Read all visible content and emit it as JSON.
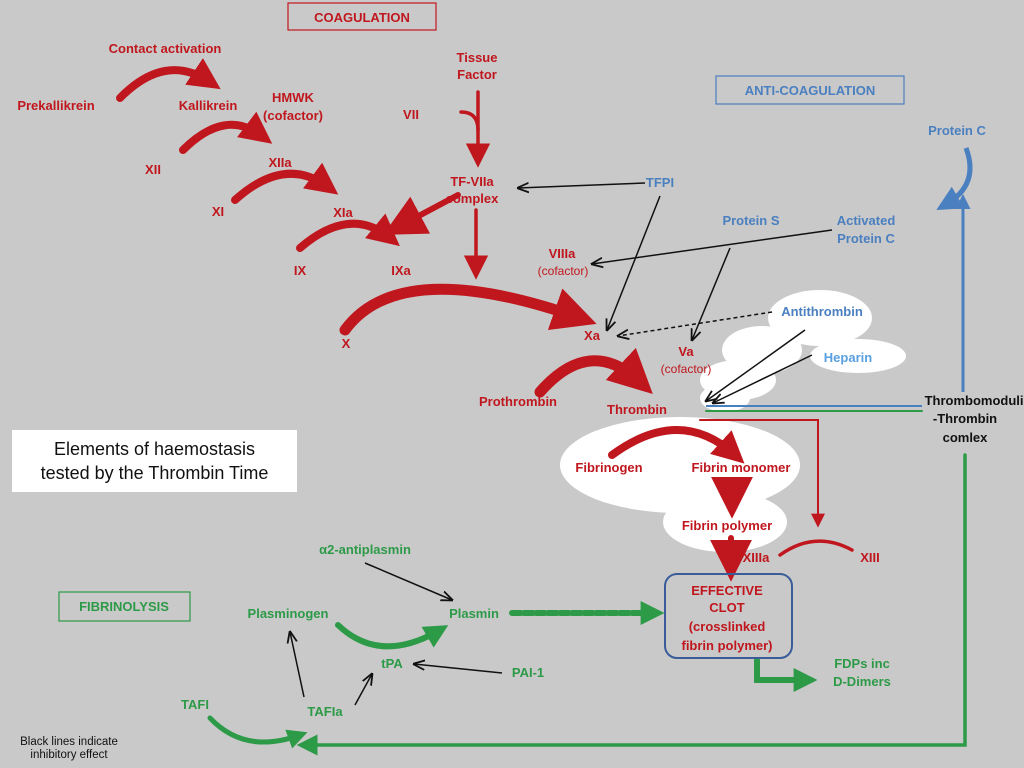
{
  "sections": {
    "coagulation": "COAGULATION",
    "anti_coagulation": "ANTI-COAGULATION",
    "fibrinolysis": "FIBRINOLYSIS"
  },
  "coag": {
    "contact_activation": "Contact activation",
    "prekallikrein": "Prekallikrein",
    "kallikrein": "Kallikrein",
    "hmwk_1": "HMWK",
    "hmwk_2": "(cofactor)",
    "tissue_factor_1": "Tissue",
    "tissue_factor_2": "Factor",
    "vii": "VII",
    "xii": "XII",
    "xiia": "XIIa",
    "xi": "XI",
    "xia": "XIa",
    "ix": "IX",
    "ixa": "IXa",
    "x": "X",
    "xa": "Xa",
    "tf_viia_1": "TF-VIIa",
    "tf_viia_2": "complex",
    "viiia": "VIIIa",
    "viiia_cofactor": "(cofactor)",
    "va": "Va",
    "va_cofactor": "(cofactor)",
    "prothrombin": "Prothrombin",
    "thrombin": "Thrombin",
    "fibrinogen": "Fibrinogen",
    "fibrin_monomer": "Fibrin monomer",
    "fibrin_polymer": "Fibrin polymer",
    "xiiia": "XIIIa",
    "xiii": "XIII",
    "clot_1": "EFFECTIVE",
    "clot_2": "CLOT",
    "clot_3": "(crosslinked",
    "clot_4": "fibrin polymer)"
  },
  "anti": {
    "tfpi": "TFPI",
    "protein_s": "Protein S",
    "activated_pc_1": "Activated",
    "activated_pc_2": "Protein C",
    "protein_c": "Protein C",
    "antithrombin": "Antithrombin",
    "heparin": "Heparin",
    "tm_1": "Thrombomodulin",
    "tm_2": "-Thrombin",
    "tm_3": "comlex"
  },
  "fibrino": {
    "a2_antiplasmin": "α2-antiplasmin",
    "plasminogen": "Plasminogen",
    "plasmin": "Plasmin",
    "tpa": "tPA",
    "pai1": "PAI-1",
    "tafi": "TAFI",
    "tafia": "TAFIa",
    "fdps_1": "FDPs inc",
    "fdps_2": "D-Dimers"
  },
  "notes": {
    "thrombin_time_1": "Elements of haemostasis",
    "thrombin_time_2": "tested by the Thrombin Time",
    "legend_1": "Black lines indicate",
    "legend_2": "inhibitory effect"
  },
  "colors": {
    "coagulation": "#c0171e",
    "anti_coagulation": "#4a7fc0",
    "fibrinolysis": "#2d9a48",
    "inhibitory": "#111111",
    "background": "#c9c9c9"
  }
}
